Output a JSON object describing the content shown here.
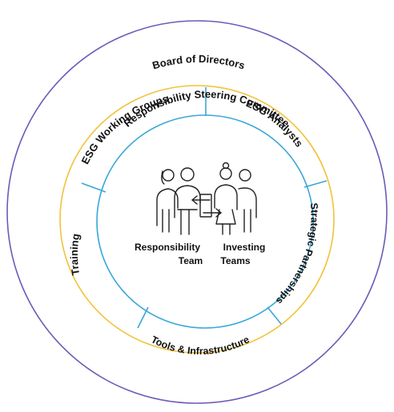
{
  "diagram": {
    "outer_ring_label": "Board of Directors",
    "middle_ring_label": "Responsibility Steering Committee",
    "segments": {
      "esg_working_groups": "ESG Working Groups",
      "esg_analysts": "ESG Analysts",
      "strategic_partnerships": "Strategic Partnerships",
      "tools_infrastructure": "Tools & Infrastructure",
      "training": "Training"
    },
    "center": {
      "responsibility_line1": "Responsibility",
      "responsibility_line2": "Team",
      "investing_line1": "Investing",
      "investing_line2": "Teams"
    },
    "colors": {
      "outer_ring": "#6b5bb8",
      "middle_ring": "#f2c23a",
      "inner_ring": "#3aa7d9",
      "icon": "#222222"
    },
    "icon": "team-collaboration-icon"
  }
}
